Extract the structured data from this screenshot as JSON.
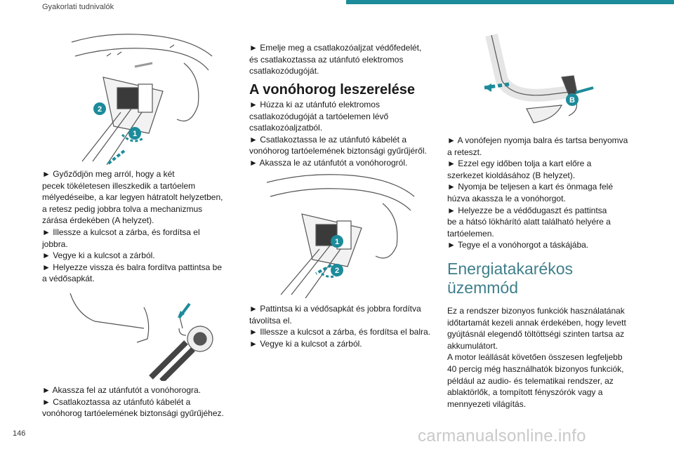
{
  "header": {
    "section": "Gyakorlati tudnivalók"
  },
  "page_number": "146",
  "watermark": "carmanualsonline.info",
  "colors": {
    "accent": "#1c8b9a",
    "heading_light": "#3f7f8a"
  },
  "illustrations": [
    {
      "labels": [
        "2",
        "1"
      ]
    },
    {
      "labels": []
    },
    {
      "labels": [
        "1",
        "2"
      ]
    },
    {
      "labels": [
        "B"
      ]
    }
  ],
  "col1": {
    "block1": [
      "► Győződjön meg arról, hogy a két",
      "pecek tökéletesen illeszkedik a tartóelem",
      "mélyedéseibe, a kar legyen hátratolt helyzetben,",
      "a retesz pedig jobbra tolva a mechanizmus",
      "zárása érdekében (A helyzet).",
      "► Illessze a kulcsot a zárba, és fordítsa el",
      "jobbra.",
      "► Vegye ki a kulcsot a zárból.",
      "► Helyezze vissza és balra fordítva pattintsa be",
      "a védősapkát."
    ],
    "block2": [
      "► Akassza fel az utánfutót a vonóhorogra.",
      "► Csatlakoztassa az utánfutó kábelét a",
      "vonóhorog tartóelemének biztonsági gyűrűjéhez."
    ]
  },
  "col2": {
    "intro": [
      "► Emelje meg a csatlakozóaljzat védőfedelét,",
      "és csatlakoztassa az utánfutó elektromos",
      "csatlakozódugóját."
    ],
    "heading": "A vonóhorog leszerelése",
    "block1": [
      "► Húzza ki az utánfutó elektromos",
      "csatlakozódugóját a tartóelemen lévő",
      "csatlakozóaljzatból.",
      "► Csatlakoztassa le az utánfutó kábelét a",
      "vonóhorog tartóelemének biztonsági gyűrűjéről.",
      "► Akassza le az utánfutót a vonóhorogról."
    ],
    "block2": [
      "► Pattintsa ki a védősapkát és jobbra fordítva",
      "távolítsa el.",
      "► Illessze a kulcsot a zárba, és fordítsa el balra.",
      "► Vegye ki a kulcsot a zárból."
    ]
  },
  "col3": {
    "block1": [
      "► A vonófejen nyomja balra és tartsa benyomva",
      "a reteszt.",
      "► Ezzel egy időben tolja a kart előre a",
      "szerkezet kioldásához (B helyzet).",
      "► Nyomja be teljesen a kart és önmaga felé",
      "húzva akassza le a vonóhorgot.",
      "► Helyezze be a védődugaszt és pattintsa",
      "be a hátsó lökhárító alatt található helyére a",
      "tartóelemen.",
      "► Tegye el a vonóhorgot a táskájába."
    ],
    "heading_line1": "Energiatakarékos",
    "heading_line2": "üzemmód",
    "block2": [
      "Ez a rendszer bizonyos funkciók használatának",
      "időtartamát kezeli annak érdekében, hogy levett",
      "gyújtásnál elegendő töltöttségi szinten tartsa az",
      "akkumulátort.",
      "A motor leállását követően összesen legfeljebb",
      "40 percig még használhatók bizonyos funkciók,",
      "például az audio- és telematikai rendszer, az",
      "ablaktörlők, a tompított fényszórók vagy a",
      "mennyezeti világítás."
    ]
  }
}
